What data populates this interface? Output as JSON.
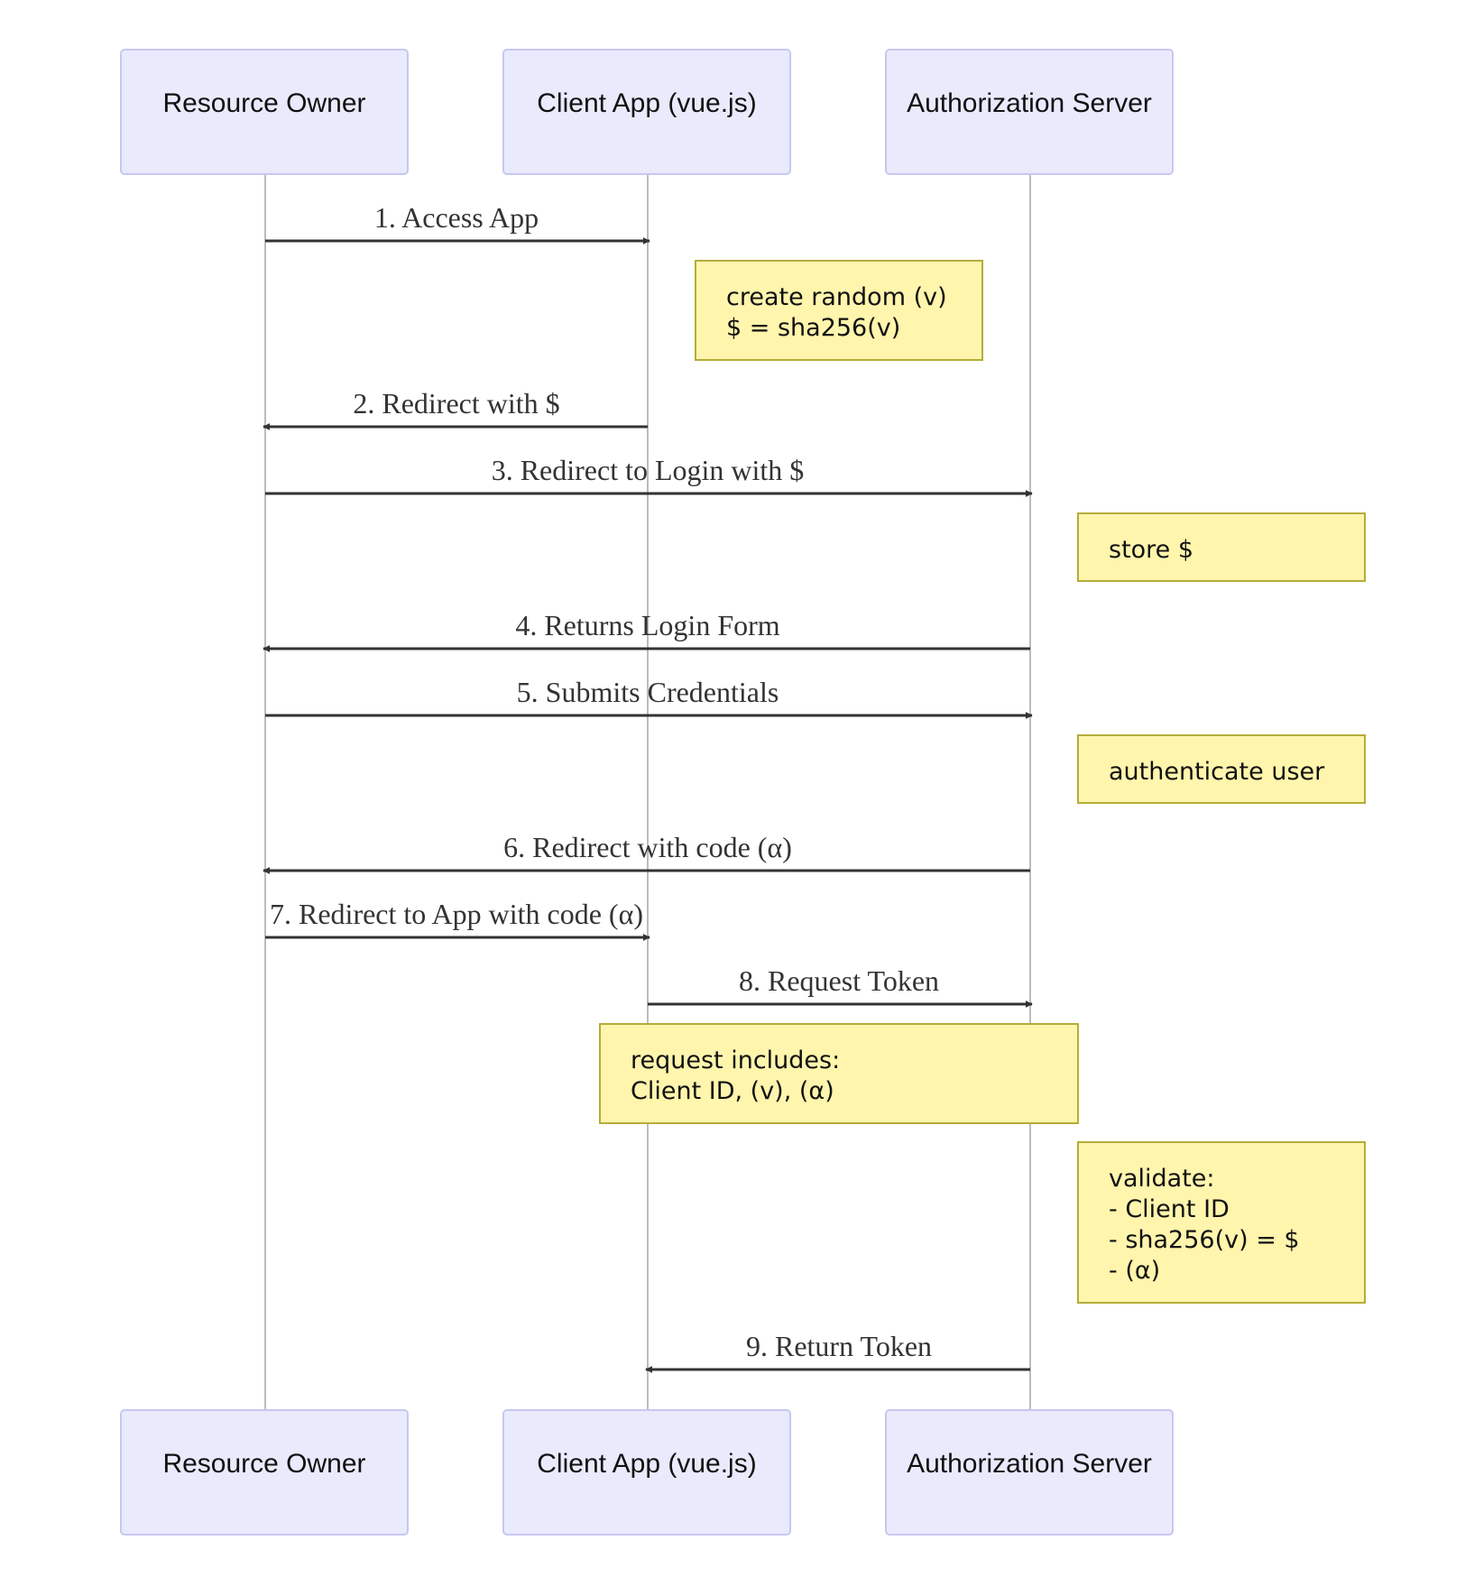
{
  "participants": [
    {
      "id": "owner",
      "label": "Resource Owner"
    },
    {
      "id": "client",
      "label": "Client App (vue.js)"
    },
    {
      "id": "auth",
      "label": "Authorization Server"
    }
  ],
  "messages": [
    {
      "from": "owner",
      "to": "client",
      "label": "1. Access App"
    },
    {
      "from": "client",
      "to": "owner",
      "label": "2. Redirect with $"
    },
    {
      "from": "owner",
      "to": "auth",
      "label": "3. Redirect to Login with $"
    },
    {
      "from": "auth",
      "to": "owner",
      "label": "4. Returns Login Form"
    },
    {
      "from": "owner",
      "to": "auth",
      "label": "5. Submits Credentials"
    },
    {
      "from": "auth",
      "to": "owner",
      "label": "6. Redirect with code (α)"
    },
    {
      "from": "owner",
      "to": "client",
      "label": "7. Redirect to App with code (α)"
    },
    {
      "from": "client",
      "to": "auth",
      "label": "8. Request Token"
    },
    {
      "from": "auth",
      "to": "client",
      "label": "9. Return Token"
    }
  ],
  "notes": [
    {
      "anchor": "right of client",
      "lines": [
        "create random (v)",
        "$ = sha256(v)"
      ]
    },
    {
      "anchor": "right of auth",
      "lines": [
        "store $"
      ]
    },
    {
      "anchor": "right of auth",
      "lines": [
        "authenticate user"
      ]
    },
    {
      "anchor": "over client and auth",
      "lines": [
        "request includes:",
        "Client ID, (v), (α)"
      ]
    },
    {
      "anchor": "right of auth",
      "lines": [
        "validate:",
        "- Client ID",
        "- sha256(v) = $",
        "- (α)"
      ]
    }
  ]
}
